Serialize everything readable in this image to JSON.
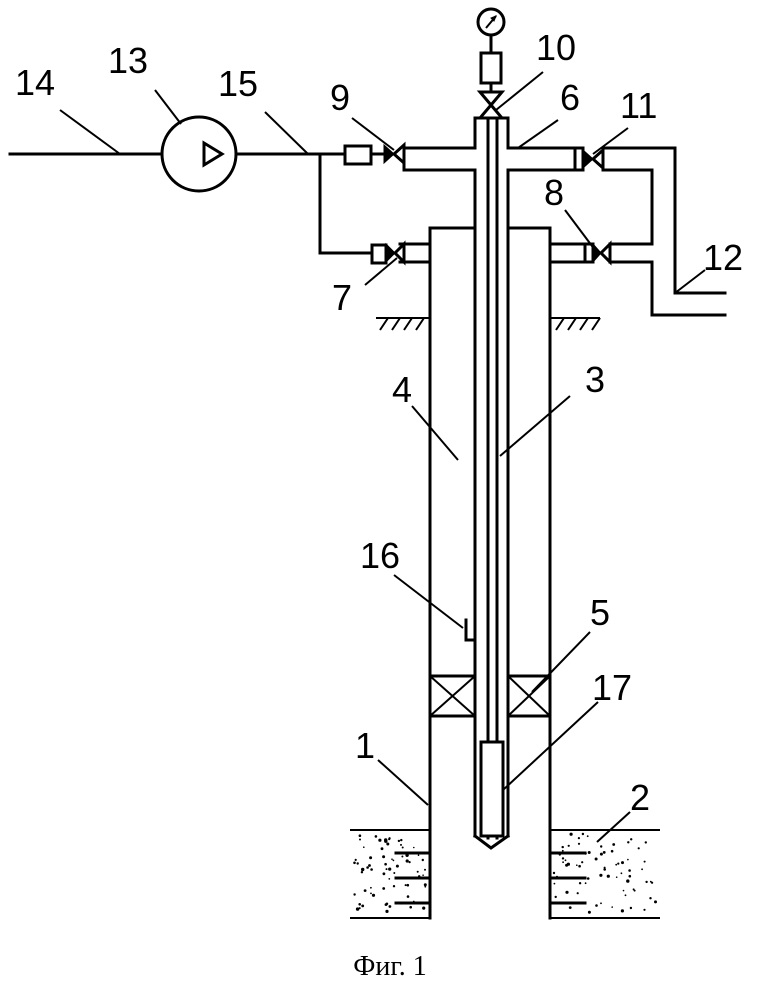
{
  "figure": {
    "caption": "Фиг. 1",
    "labels": [
      {
        "id": "1",
        "text": "1"
      },
      {
        "id": "2",
        "text": "2"
      },
      {
        "id": "3",
        "text": "3"
      },
      {
        "id": "4",
        "text": "4"
      },
      {
        "id": "5",
        "text": "5"
      },
      {
        "id": "6",
        "text": "6"
      },
      {
        "id": "7",
        "text": "7"
      },
      {
        "id": "8",
        "text": "8"
      },
      {
        "id": "9",
        "text": "9"
      },
      {
        "id": "10",
        "text": "10"
      },
      {
        "id": "11",
        "text": "11"
      },
      {
        "id": "12",
        "text": "12"
      },
      {
        "id": "13",
        "text": "13"
      },
      {
        "id": "14",
        "text": "14"
      },
      {
        "id": "15",
        "text": "15"
      },
      {
        "id": "16",
        "text": "16"
      },
      {
        "id": "17",
        "text": "17"
      }
    ]
  }
}
